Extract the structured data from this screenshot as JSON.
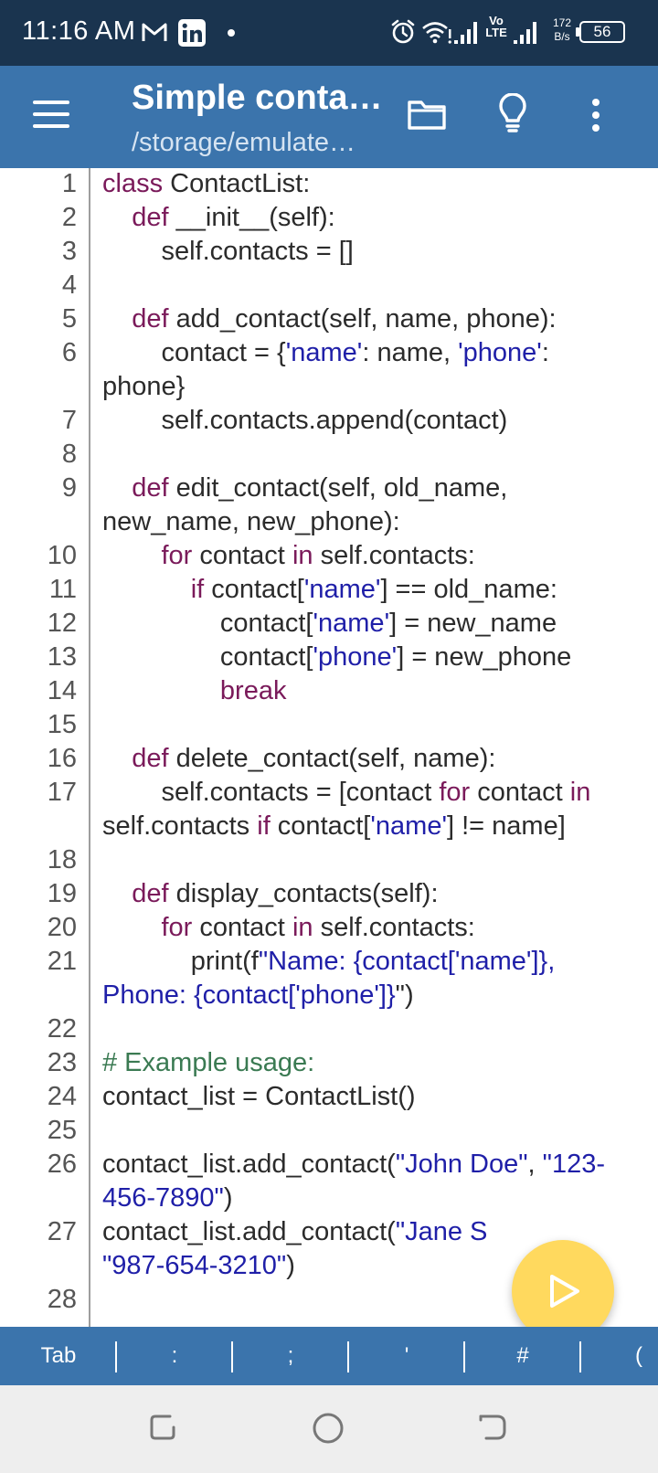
{
  "status_bar": {
    "time": "11:16 AM",
    "network_speed_value": "172",
    "network_speed_unit": "B/s",
    "battery": "56",
    "volte": "Vo LTE",
    "icons": [
      "gmail-icon",
      "linkedin-icon",
      "dot-icon",
      "alarm-icon",
      "wifi-icon",
      "signal-icon",
      "signal-icon",
      "battery-icon"
    ]
  },
  "app_bar": {
    "title": "Simple conta…",
    "subtitle": "/storage/emulate…",
    "icons": [
      "menu-icon",
      "folder-icon",
      "lightbulb-icon",
      "more-vert-icon"
    ]
  },
  "editor": {
    "lines": [
      {
        "n": "1",
        "segments": [
          {
            "t": "class",
            "k": "kw"
          },
          {
            "t": " ContactList:",
            "k": ""
          }
        ]
      },
      {
        "n": "2",
        "segments": [
          {
            "t": "    ",
            "k": ""
          },
          {
            "t": "def",
            "k": "kw"
          },
          {
            "t": " __init__(self):",
            "k": ""
          }
        ]
      },
      {
        "n": "3",
        "segments": [
          {
            "t": "        self.contacts = []",
            "k": ""
          }
        ]
      },
      {
        "n": "4",
        "segments": []
      },
      {
        "n": "5",
        "segments": [
          {
            "t": "    ",
            "k": ""
          },
          {
            "t": "def",
            "k": "kw"
          },
          {
            "t": " add_contact(self, name, phone):",
            "k": ""
          }
        ]
      },
      {
        "n": "6",
        "segments": [
          {
            "t": "        contact = {",
            "k": ""
          },
          {
            "t": "'name'",
            "k": "str"
          },
          {
            "t": ": name, ",
            "k": ""
          },
          {
            "t": "'phone'",
            "k": "str"
          },
          {
            "t": ":",
            "k": ""
          }
        ],
        "wrap": [
          {
            "t": "phone}",
            "k": ""
          }
        ]
      },
      {
        "n": "7",
        "segments": [
          {
            "t": "        self.contacts.append(contact)",
            "k": ""
          }
        ]
      },
      {
        "n": "8",
        "segments": []
      },
      {
        "n": "9",
        "segments": [
          {
            "t": "    ",
            "k": ""
          },
          {
            "t": "def",
            "k": "kw"
          },
          {
            "t": " edit_contact(self, old_name,",
            "k": ""
          }
        ],
        "wrap": [
          {
            "t": "new_name, new_phone):",
            "k": ""
          }
        ]
      },
      {
        "n": "10",
        "segments": [
          {
            "t": "        ",
            "k": ""
          },
          {
            "t": "for",
            "k": "kw"
          },
          {
            "t": " contact ",
            "k": ""
          },
          {
            "t": "in",
            "k": "kw"
          },
          {
            "t": " self.contacts:",
            "k": ""
          }
        ]
      },
      {
        "n": "11",
        "segments": [
          {
            "t": "            ",
            "k": ""
          },
          {
            "t": "if",
            "k": "kw"
          },
          {
            "t": " contact[",
            "k": ""
          },
          {
            "t": "'name'",
            "k": "str"
          },
          {
            "t": "] == old_name:",
            "k": ""
          }
        ]
      },
      {
        "n": "12",
        "segments": [
          {
            "t": "                contact[",
            "k": ""
          },
          {
            "t": "'name'",
            "k": "str"
          },
          {
            "t": "] = new_name",
            "k": ""
          }
        ]
      },
      {
        "n": "13",
        "segments": [
          {
            "t": "                contact[",
            "k": ""
          },
          {
            "t": "'phone'",
            "k": "str"
          },
          {
            "t": "] = new_phone",
            "k": ""
          }
        ]
      },
      {
        "n": "14",
        "segments": [
          {
            "t": "                ",
            "k": ""
          },
          {
            "t": "break",
            "k": "kw"
          }
        ]
      },
      {
        "n": "15",
        "segments": []
      },
      {
        "n": "16",
        "segments": [
          {
            "t": "    ",
            "k": ""
          },
          {
            "t": "def",
            "k": "kw"
          },
          {
            "t": " delete_contact(self, name):",
            "k": ""
          }
        ]
      },
      {
        "n": "17",
        "segments": [
          {
            "t": "        self.contacts = [contact ",
            "k": ""
          },
          {
            "t": "for",
            "k": "kw"
          },
          {
            "t": " contact ",
            "k": ""
          },
          {
            "t": "in",
            "k": "kw"
          }
        ],
        "wrap": [
          {
            "t": "self.contacts ",
            "k": ""
          },
          {
            "t": "if",
            "k": "kw"
          },
          {
            "t": " contact[",
            "k": ""
          },
          {
            "t": "'name'",
            "k": "str"
          },
          {
            "t": "] != name]",
            "k": ""
          }
        ]
      },
      {
        "n": "18",
        "segments": []
      },
      {
        "n": "19",
        "segments": [
          {
            "t": "    ",
            "k": ""
          },
          {
            "t": "def",
            "k": "kw"
          },
          {
            "t": " display_contacts(self):",
            "k": ""
          }
        ]
      },
      {
        "n": "20",
        "segments": [
          {
            "t": "        ",
            "k": ""
          },
          {
            "t": "for",
            "k": "kw"
          },
          {
            "t": " contact ",
            "k": ""
          },
          {
            "t": "in",
            "k": "kw"
          },
          {
            "t": " self.contacts:",
            "k": ""
          }
        ]
      },
      {
        "n": "21",
        "segments": [
          {
            "t": "            print(f",
            "k": ""
          },
          {
            "t": "\"Name: {contact['name']},",
            "k": "str"
          }
        ],
        "wrap": [
          {
            "t": "Phone: {contact['phone']}",
            "k": "str"
          },
          {
            "t": "\")",
            "k": ""
          }
        ]
      },
      {
        "n": "22",
        "segments": []
      },
      {
        "n": "23",
        "segments": [
          {
            "t": "# Example usage:",
            "k": "cm"
          }
        ]
      },
      {
        "n": "24",
        "segments": [
          {
            "t": "contact_list = ContactList()",
            "k": ""
          }
        ]
      },
      {
        "n": "25",
        "segments": []
      },
      {
        "n": "26",
        "segments": [
          {
            "t": "contact_list.add_contact(",
            "k": ""
          },
          {
            "t": "\"John Doe\"",
            "k": "str"
          },
          {
            "t": ", ",
            "k": ""
          },
          {
            "t": "\"123-",
            "k": "str"
          }
        ],
        "wrap": [
          {
            "t": "456-7890\"",
            "k": "str"
          },
          {
            "t": ")",
            "k": ""
          }
        ]
      },
      {
        "n": "27",
        "segments": [
          {
            "t": "contact_list.add_contact(",
            "k": ""
          },
          {
            "t": "\"Jane S",
            "k": "str"
          }
        ],
        "wrap": [
          {
            "t": "\"987-654-3210\"",
            "k": "str"
          },
          {
            "t": ")",
            "k": ""
          }
        ]
      },
      {
        "n": "28",
        "segments": []
      }
    ]
  },
  "run_button": {
    "icon": "play-icon"
  },
  "symbol_bar": {
    "keys": [
      "Tab",
      ":",
      ";",
      "'",
      "#",
      "("
    ]
  },
  "nav_bar": {
    "icons": [
      "recent-apps-icon",
      "home-icon",
      "back-icon"
    ]
  },
  "colors": {
    "status_bar": "#1a344f",
    "app_bar": "#3b74ac",
    "keyword": "#7a1a5a",
    "string": "#1f1fa8",
    "comment": "#3a7a52",
    "fab": "#ffd95e"
  }
}
